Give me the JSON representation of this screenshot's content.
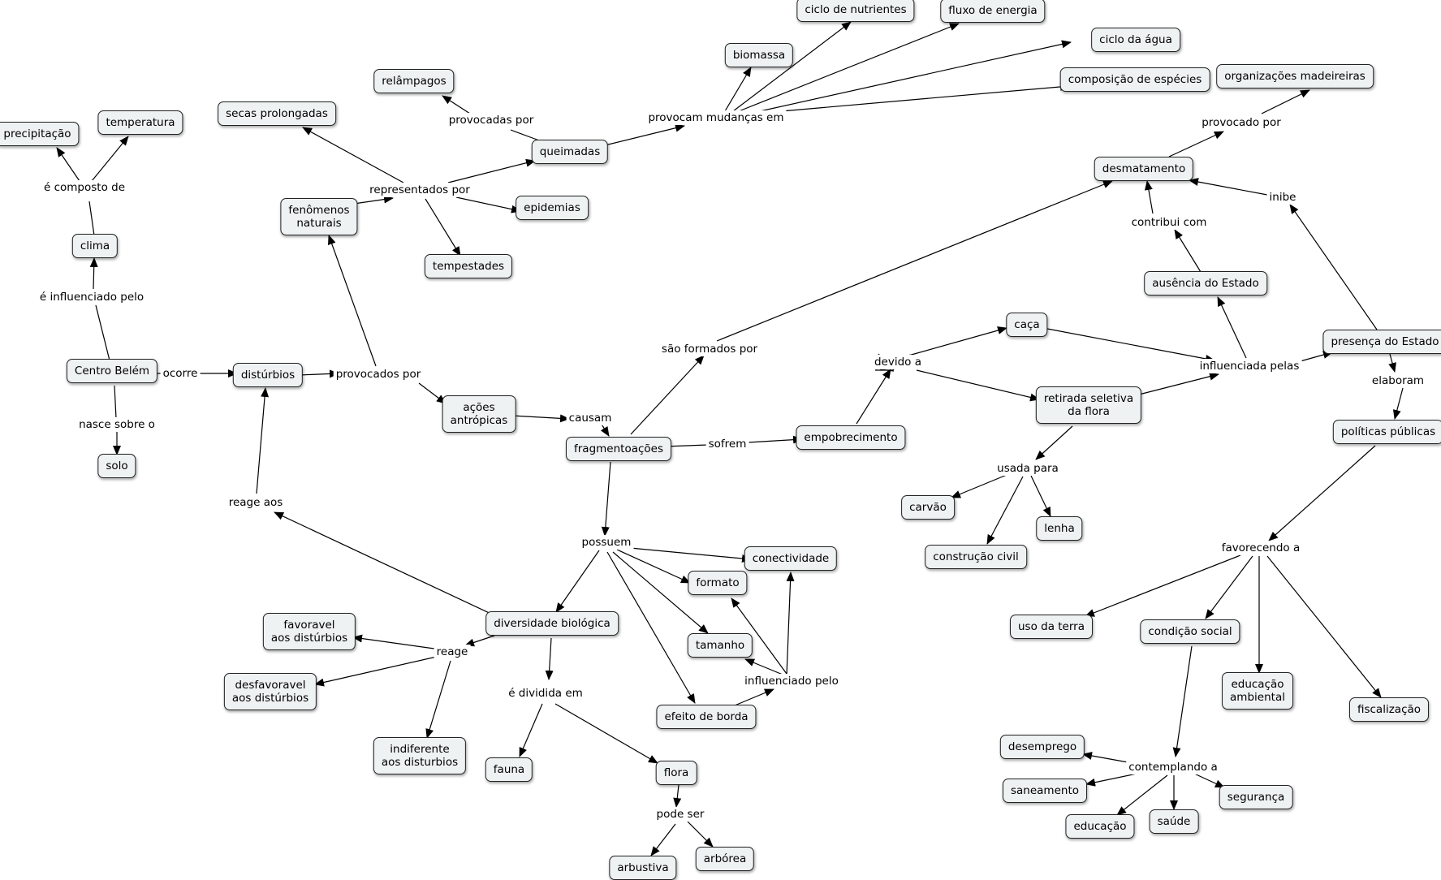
{
  "map": {
    "concepts": {
      "centro_belem": "Centro Belém",
      "solo": "solo",
      "clima": "clima",
      "precipitacao": "precipitação",
      "temperatura": "temperatura",
      "disturbios": "distúrbios",
      "fenomenos_naturais": "fenômenos\nnaturais",
      "secas_prolongadas": "secas prolongadas",
      "relampagos": "relâmpagos",
      "queimadas": "queimadas",
      "epidemias": "epidemias",
      "tempestades": "tempestades",
      "biomassa": "biomassa",
      "ciclo_nutrientes": "ciclo de nutrientes",
      "fluxo_energia": "fluxo de energia",
      "ciclo_agua": "ciclo da água",
      "composicao_especies": "composição de espécies",
      "acoes_antropicas": "ações\nantrópicas",
      "fragmentoacoes": "fragmentoações",
      "empobrecimento": "empobrecimento",
      "conectividade": "conectividade",
      "formato": "formato",
      "tamanho": "tamanho",
      "efeito_borda": "efeito de borda",
      "diversidade_biologica": "diversidade biológica",
      "favoravel": "favoravel\naos distúrbios",
      "desfavoravel": "desfavoravel\naos distúrbios",
      "indiferente": "indiferente\naos disturbios",
      "fauna": "fauna",
      "flora": "flora",
      "arbustiva": "arbustiva",
      "arborea": "arbórea",
      "desmatamento": "desmatamento",
      "organizacoes_madeireiras": "organizações madeireiras",
      "ausencia_estado": "ausência do Estado",
      "presenca_estado": "presença do Estado",
      "caca": "caça",
      "retirada_seletiva": "retirada seletiva\nda flora",
      "carvao": "carvão",
      "construcao_civil": "construção civil",
      "lenha": "lenha",
      "politicas_publicas": "políticas públicas",
      "uso_terra": "uso da terra",
      "condicao_social": "condição social",
      "educacao_ambiental": "educação\nambiental",
      "fiscalizacao": "fiscalização",
      "desemprego": "desemprego",
      "saneamento": "saneamento",
      "educacao": "educação",
      "saude": "saúde",
      "seguranca": "segurança"
    },
    "links": {
      "ocorre": "ocorre",
      "nasce_sobre": "nasce sobre o",
      "e_influenciado_pelo": "é influenciado pelo",
      "e_composto_de": "é composto de",
      "provocados_por": "provocados por",
      "representados_por": "representados por",
      "provocadas_por": "provocadas por",
      "provocam_mudancas": "provocam mudanças em",
      "causam": "causam",
      "sao_formados_por": "são formados por",
      "sofrem": "sofrem",
      "possuem": "possuem",
      "influenciado_pelo": "influenciado pelo",
      "reage_aos": "reage aos",
      "reage": "reage",
      "e_dividida_em": "é dividida em",
      "pode_ser": "pode ser",
      "devido_a": "devido a",
      "usada_para": "usada para",
      "influenciada_pelas": "influenciada pelas",
      "contribui_com": "contribui com",
      "inibe": "inibe",
      "provocado_por": "provocado por",
      "elaboram": "elaboram",
      "favorecendo_a": "favorecendo a",
      "contemplando_a": "contemplando a"
    }
  }
}
